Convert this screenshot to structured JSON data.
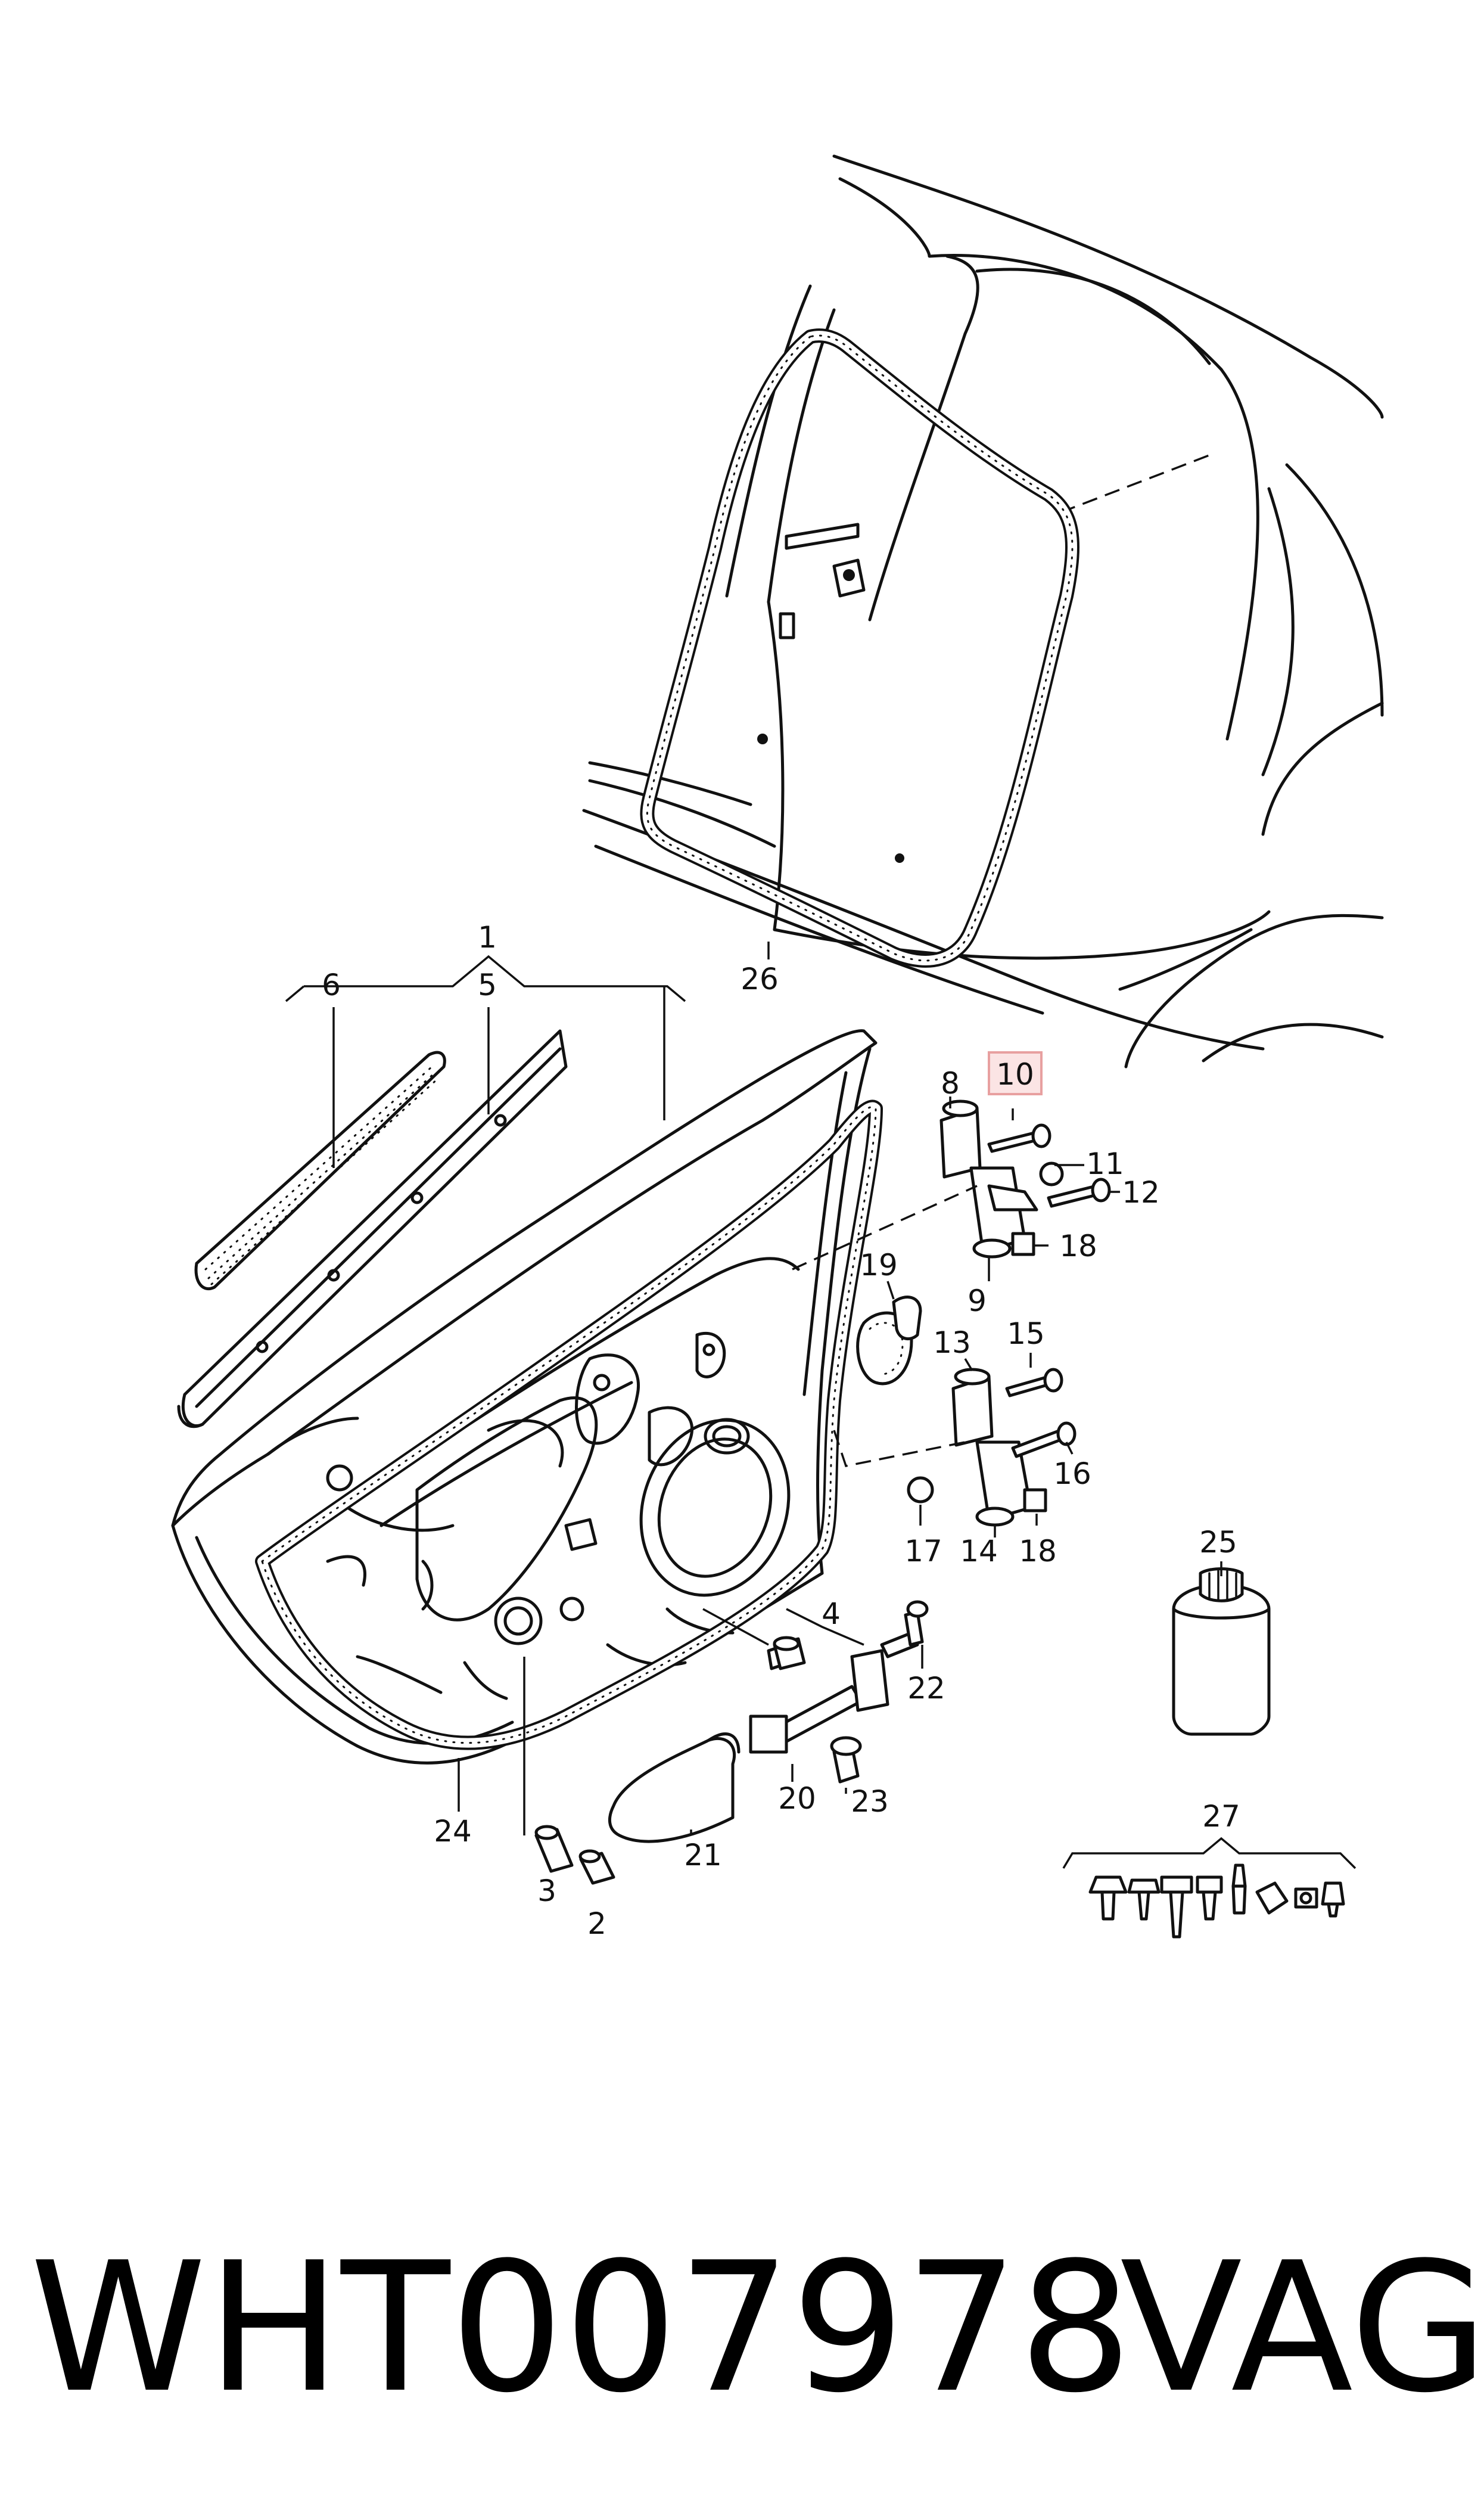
{
  "callouts": [
    {
      "id": "1",
      "text": "1"
    },
    {
      "id": "2",
      "text": "2"
    },
    {
      "id": "3",
      "text": "3"
    },
    {
      "id": "4",
      "text": "4"
    },
    {
      "id": "5",
      "text": "5"
    },
    {
      "id": "6",
      "text": "6"
    },
    {
      "id": "8",
      "text": "8"
    },
    {
      "id": "9",
      "text": "9"
    },
    {
      "id": "10",
      "text": "10"
    },
    {
      "id": "11",
      "text": "11"
    },
    {
      "id": "12",
      "text": "12"
    },
    {
      "id": "13",
      "text": "13"
    },
    {
      "id": "14",
      "text": "14"
    },
    {
      "id": "15",
      "text": "15"
    },
    {
      "id": "16",
      "text": "16"
    },
    {
      "id": "17",
      "text": "17"
    },
    {
      "id": "18a",
      "text": "18"
    },
    {
      "id": "18b",
      "text": "18"
    },
    {
      "id": "19",
      "text": "19"
    },
    {
      "id": "20",
      "text": "20"
    },
    {
      "id": "21",
      "text": "21"
    },
    {
      "id": "22",
      "text": "22"
    },
    {
      "id": "23",
      "text": "23"
    },
    {
      "id": "24",
      "text": "24"
    },
    {
      "id": "25",
      "text": "25"
    },
    {
      "id": "26",
      "text": "26"
    },
    {
      "id": "27",
      "text": "27"
    }
  ],
  "highlighted_callout": "10",
  "highlight_color": "#e8a0a0",
  "footer": {
    "part_number": "WHT007978",
    "brand": "VAG"
  }
}
